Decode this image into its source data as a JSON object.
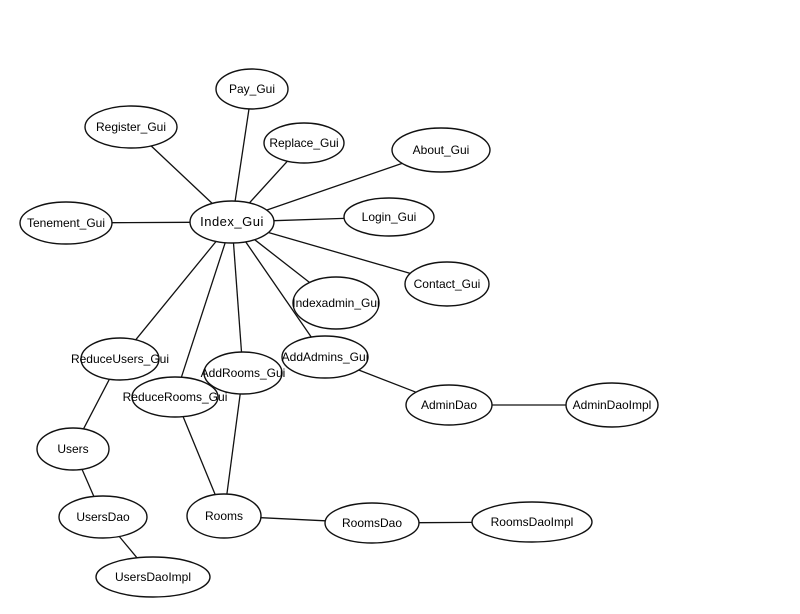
{
  "diagram": {
    "nodes": [
      {
        "id": "pay",
        "label": "Pay_Gui"
      },
      {
        "id": "register",
        "label": "Register_Gui"
      },
      {
        "id": "replace",
        "label": "Replace_Gui"
      },
      {
        "id": "about",
        "label": "About_Gui"
      },
      {
        "id": "index",
        "label": "Index_Gui"
      },
      {
        "id": "login",
        "label": "Login_Gui"
      },
      {
        "id": "tenement",
        "label": "Tenement_Gui"
      },
      {
        "id": "contact",
        "label": "Contact_Gui"
      },
      {
        "id": "indexadmin",
        "label": "Indexadmin_Gui"
      },
      {
        "id": "reduceusers",
        "label": "ReduceUsers_Gui"
      },
      {
        "id": "addadmins",
        "label": "AddAdmins_Gui"
      },
      {
        "id": "addrooms",
        "label": "AddRooms_Gui"
      },
      {
        "id": "reducerooms",
        "label": "ReduceRooms_Gui"
      },
      {
        "id": "admindao",
        "label": "AdminDao"
      },
      {
        "id": "admindaoimpl",
        "label": "AdminDaoImpl"
      },
      {
        "id": "users",
        "label": "Users"
      },
      {
        "id": "usersdao",
        "label": "UsersDao"
      },
      {
        "id": "rooms",
        "label": "Rooms"
      },
      {
        "id": "roomsdao",
        "label": "RoomsDao"
      },
      {
        "id": "roomsdaoimpl",
        "label": "RoomsDaoImpl"
      },
      {
        "id": "usersdaoimpl",
        "label": "UsersDaoImpl"
      }
    ],
    "edges": [
      [
        "index",
        "pay"
      ],
      [
        "index",
        "register"
      ],
      [
        "index",
        "replace"
      ],
      [
        "index",
        "about"
      ],
      [
        "index",
        "login"
      ],
      [
        "index",
        "tenement"
      ],
      [
        "index",
        "contact"
      ],
      [
        "index",
        "indexadmin"
      ],
      [
        "index",
        "reduceusers"
      ],
      [
        "index",
        "addadmins"
      ],
      [
        "index",
        "addrooms"
      ],
      [
        "index",
        "reducerooms"
      ],
      [
        "addadmins",
        "admindao"
      ],
      [
        "admindao",
        "admindaoimpl"
      ],
      [
        "reduceusers",
        "users"
      ],
      [
        "users",
        "usersdao"
      ],
      [
        "usersdao",
        "usersdaoimpl"
      ],
      [
        "reducerooms",
        "rooms"
      ],
      [
        "addrooms",
        "rooms"
      ],
      [
        "rooms",
        "roomsdao"
      ],
      [
        "roomsdao",
        "roomsdaoimpl"
      ]
    ]
  }
}
